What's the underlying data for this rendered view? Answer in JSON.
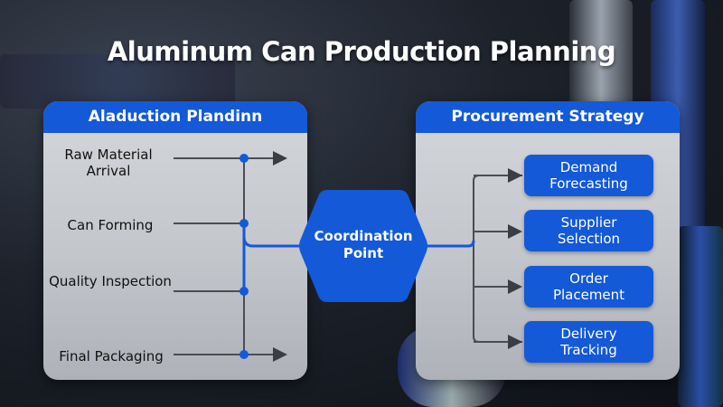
{
  "title": "Aluminum Can Production Planning",
  "left_panel": {
    "header": "Aladuction Plandinn",
    "items": [
      "Raw Material Arrival",
      "Can Forming",
      "Quality Inspection",
      "Final Packaging"
    ]
  },
  "center": {
    "label": "Coordination Point"
  },
  "right_panel": {
    "header": "Procurement Strategy",
    "items": [
      "Demand Forecasting",
      "Supplier Selection",
      "Order Placement",
      "Delivery Tracking"
    ]
  },
  "colors": {
    "accent": "#1459d8",
    "line": "#4a4d52"
  }
}
